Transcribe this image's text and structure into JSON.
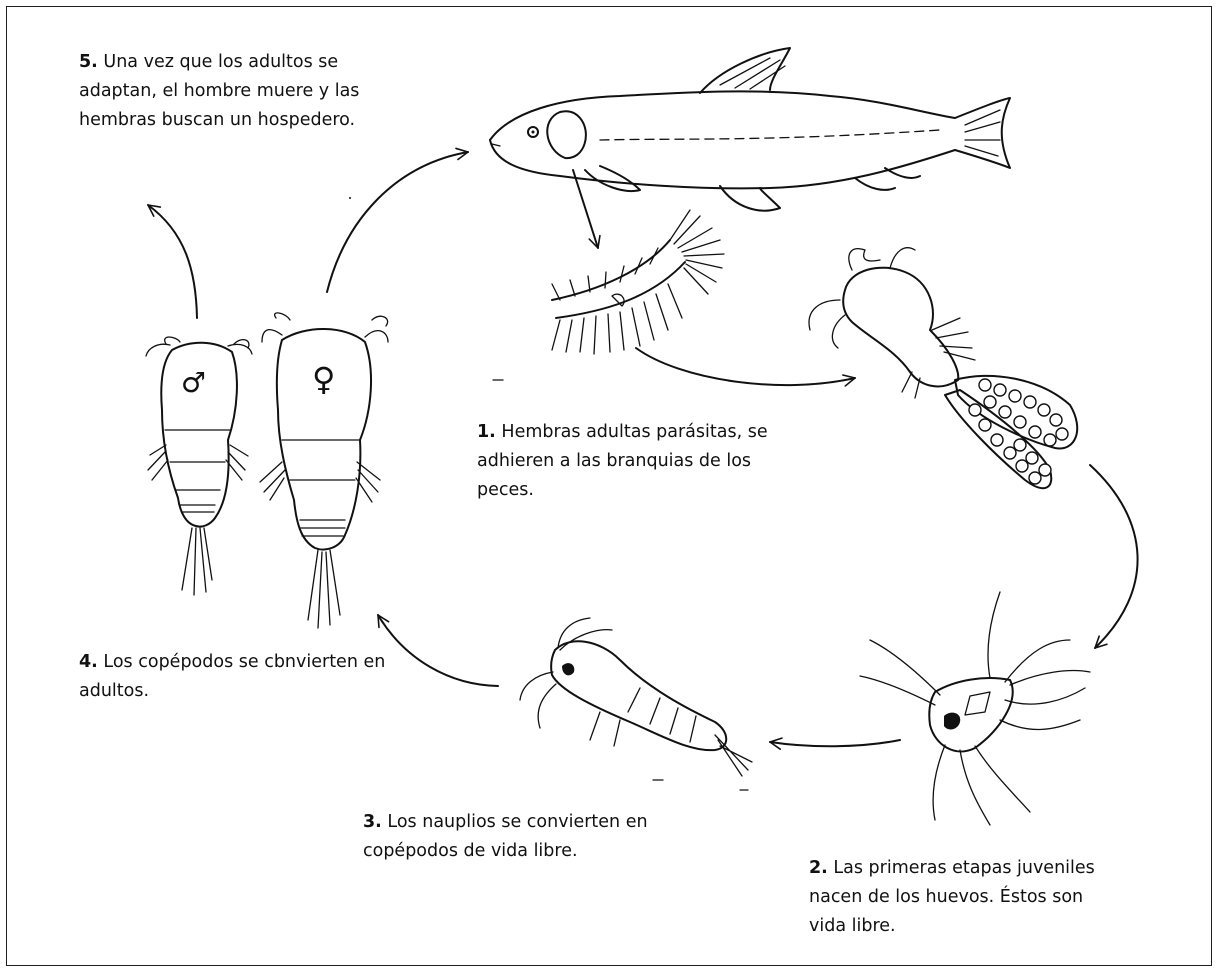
{
  "steps": [
    {
      "number": "1.",
      "text": "Hembras adultas parásitas, se adhieren a las branquias de los peces."
    },
    {
      "number": "2.",
      "text": "Las primeras etapas juveniles nacen de los huevos. Éstos son vida libre."
    },
    {
      "number": "3.",
      "text": "Los nauplios se convierten en copépodos de vida libre."
    },
    {
      "number": "4.",
      "text": "Los copépodos se cbnvierten en adultos."
    },
    {
      "number": "5.",
      "text": "Una vez que los adultos se adaptan, el hombre muere y las hembras buscan un hospedero."
    }
  ],
  "symbols": {
    "male": "♂",
    "female": "♀"
  },
  "colors": {
    "ink": "#111111",
    "frame": "#1f1f1f",
    "background": "#ffffff"
  }
}
